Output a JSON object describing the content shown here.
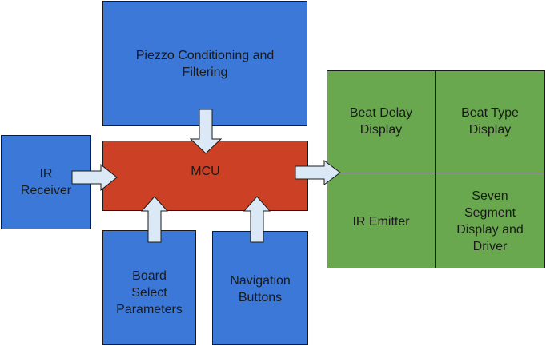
{
  "blocks": {
    "piezzo": "Piezzo Conditioning and\nFiltering",
    "ir_receiver": "IR\nReceiver",
    "mcu": "MCU",
    "board_select": "Board\nSelect\nParameters",
    "navigation": "Navigation\nButtons",
    "beat_delay": "Beat Delay\nDisplay",
    "beat_type": "Beat Type\nDisplay",
    "ir_emitter": "IR Emitter",
    "seven_segment": "Seven\nSegment\nDisplay and\nDriver"
  },
  "colors": {
    "input_block": "#3c78d8",
    "mcu_block": "#cc4125",
    "output_block": "#6aa84f",
    "arrow_fill": "#dbe8f5",
    "border": "#1a1a1a"
  }
}
